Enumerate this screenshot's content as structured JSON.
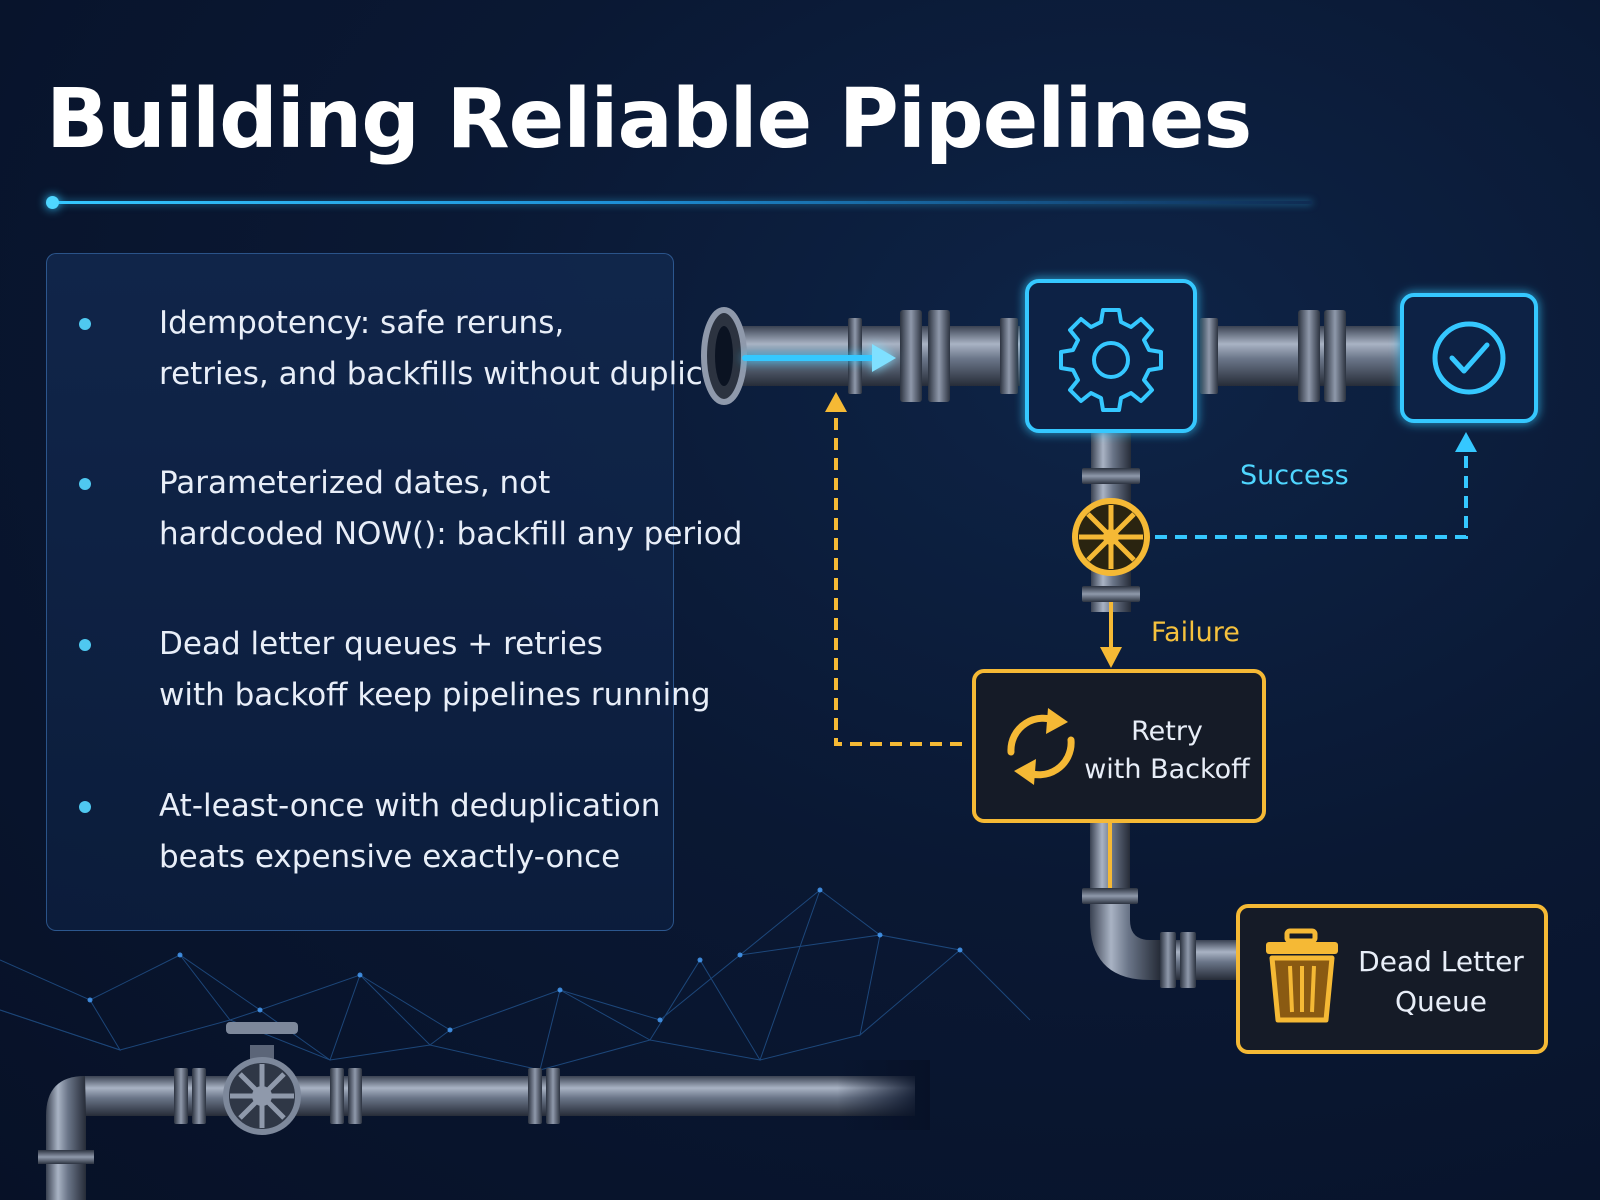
{
  "title": "Building Reliable Pipelines",
  "bullets": [
    {
      "line1": "Idempotency: safe reruns,",
      "line2": "retries, and backfills without duplicates"
    },
    {
      "line1": "Parameterized dates, not",
      "line2": "hardcoded NOW(): backfill any period"
    },
    {
      "line1": "Dead letter queues + retries",
      "line2": "with backoff keep pipelines running"
    },
    {
      "line1": "At-least-once with deduplication",
      "line2": "beats expensive exactly-once"
    }
  ],
  "diagram": {
    "success_label": "Success",
    "failure_label": "Failure",
    "retry_line1": "Retry",
    "retry_line2": "with Backoff",
    "dlq_line1": "Dead Letter",
    "dlq_line2": "Queue",
    "colors": {
      "cyan": "#35c8ff",
      "amber": "#f5b935",
      "pipe": "#5a6478",
      "background": "#0a1833"
    },
    "icons": [
      "gear-icon",
      "check-circle-icon",
      "valve-wheel-icon",
      "refresh-icon",
      "trash-bin-icon"
    ]
  }
}
